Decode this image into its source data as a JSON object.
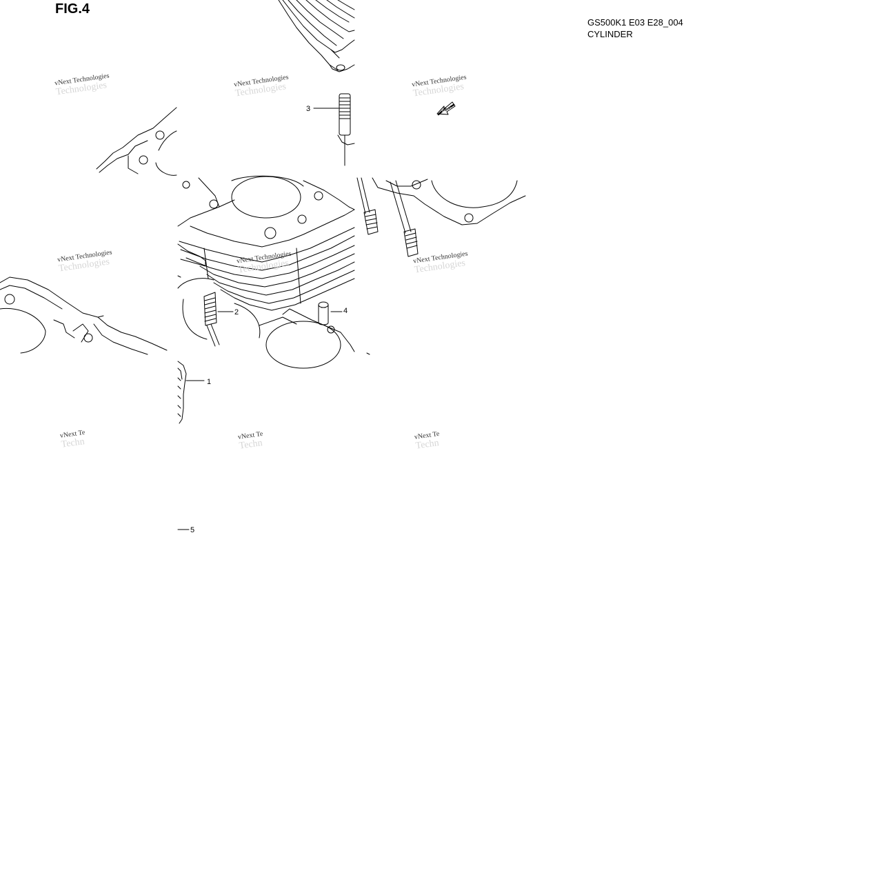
{
  "figure": {
    "label": "FIG.4",
    "model_code": "GS500K1 E03 E28_004",
    "section_title": "CYLINDER"
  },
  "callouts": [
    {
      "number": "1"
    },
    {
      "number": "2"
    },
    {
      "number": "3"
    },
    {
      "number": "4"
    },
    {
      "number": "5"
    }
  ],
  "fwd_arrow": {
    "label": "FWD",
    "icon": "fwd-arrow-icon"
  },
  "watermarks": [
    {
      "line1": "vNext Technologies",
      "line2": "Technologies"
    },
    {
      "line1": "vNext Technologies",
      "line2": "Technologies"
    },
    {
      "line1": "vNext Technologies",
      "line2": "Technologies"
    },
    {
      "line1": "vNext Technologies",
      "line2": "Technologies"
    },
    {
      "line1": "vNext Technologies",
      "line2": "Technologies"
    },
    {
      "line1": "vNext Technologies",
      "line2": "Technologies"
    },
    {
      "line1": "vNext Te",
      "line2": "Techn"
    },
    {
      "line1": "vNext Te",
      "line2": "Techn"
    },
    {
      "line1": "vNext Te",
      "line2": "Techn"
    }
  ],
  "colors": {
    "line": "#000000",
    "background": "#ffffff",
    "watermark": "#d6d6d6"
  }
}
